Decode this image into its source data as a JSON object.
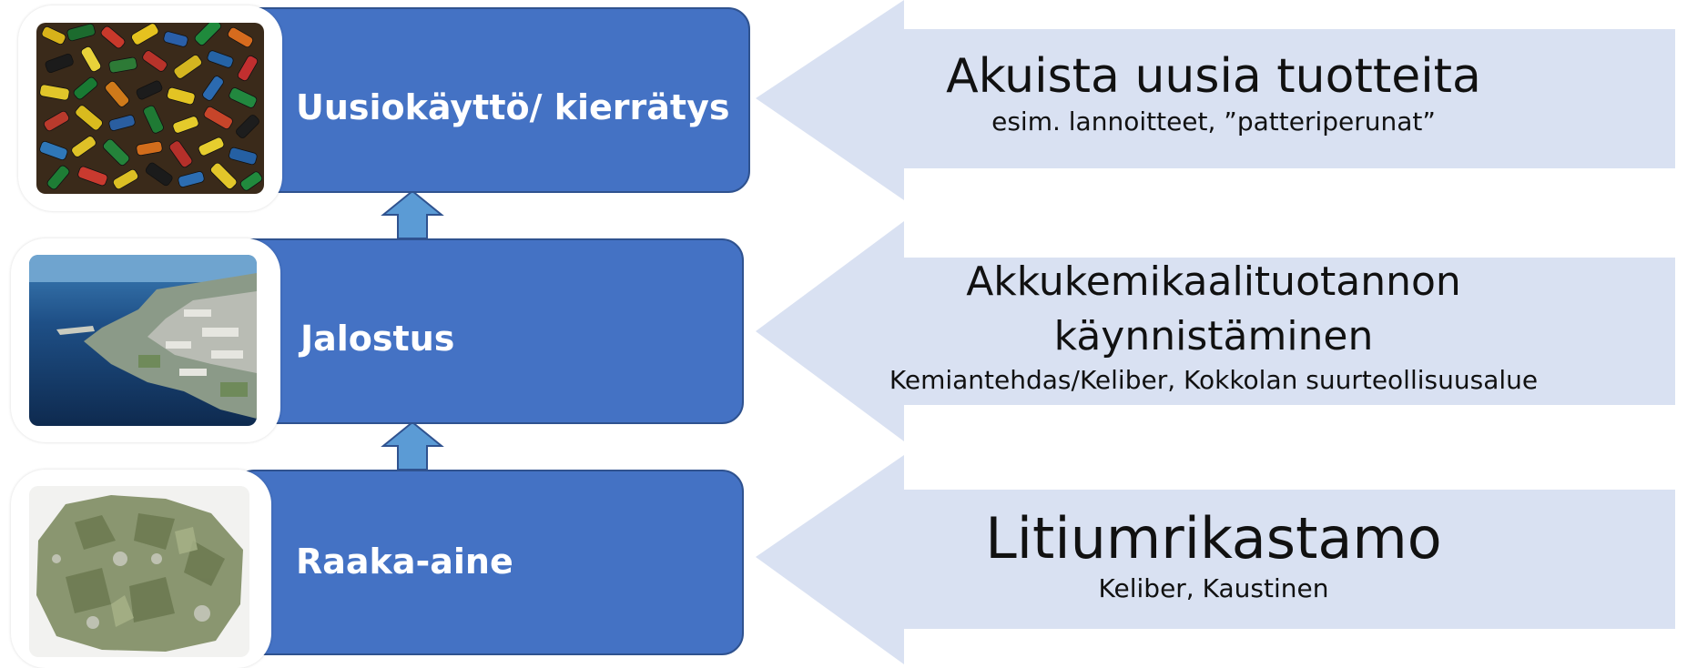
{
  "stages": [
    {
      "label": "Uusiokäyttö/ kierrätys",
      "image": "batteries-pile-photo"
    },
    {
      "label": "Jalostus",
      "image": "industrial-harbor-aerial-photo"
    },
    {
      "label": "Raaka-aine",
      "image": "spodumene-rock-photo"
    }
  ],
  "callouts": [
    {
      "title_lines": [
        "Akuista uusia tuotteita"
      ],
      "subtitle": "esim. lannoitteet, ”patteriperunat”"
    },
    {
      "title_lines": [
        "Akkukemikaalituotannon",
        "käynnistäminen"
      ],
      "subtitle": "Kemiantehdas/Keliber, Kokkolan suurteollisuusalue"
    },
    {
      "title_lines": [
        "Litiumrikastamo"
      ],
      "subtitle": "Keliber, Kaustinen"
    }
  ],
  "colors": {
    "box": "#4472c4",
    "box_border": "#2f528f",
    "callout": "#d9e1f2",
    "arrow": "#5b9bd5"
  }
}
